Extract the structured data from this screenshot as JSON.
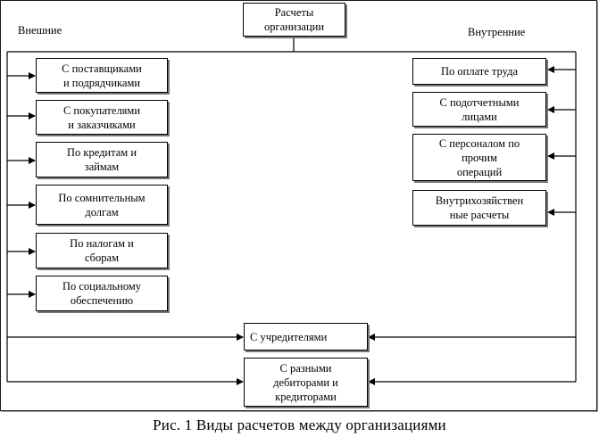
{
  "root": {
    "label": "Расчеты\nорганизации"
  },
  "external": {
    "heading": "Внешние",
    "items": [
      "С поставщиками\nи подрядчиками",
      "С покупателями\nи заказчиками",
      "По кредитам и\nзаймам",
      "По сомнительным\nдолгам",
      "По налогам и\nсборам",
      "По социальному\nобеспечению"
    ]
  },
  "internal": {
    "heading": "Внутренние",
    "items": [
      "По оплате труда",
      "С подотчетными\nлицами",
      "С персоналом по\nпрочим\nопераций",
      "Внутрихозяйствен\nные расчеты"
    ]
  },
  "common": {
    "founders": "С учредителями",
    "debtors": "С разными\nдебиторами и\nкредиторами"
  },
  "caption": "Рис. 1 Виды расчетов между организациями"
}
